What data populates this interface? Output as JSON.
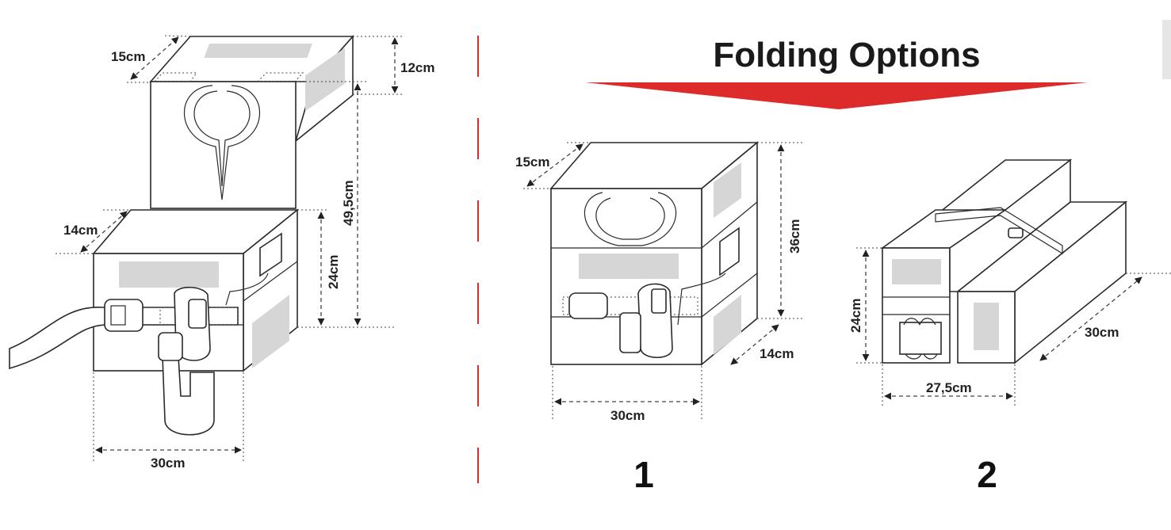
{
  "title": "Folding Options",
  "colors": {
    "accent_red": "#dd2a2a",
    "stroke": "#2a2a2a",
    "panel_grey": "#d6d6d6"
  },
  "left_figure": {
    "dims": {
      "top_depth": "15cm",
      "top_height": "12cm",
      "total_height": "49,5cm",
      "side_depth": "14cm",
      "box_height": "24cm",
      "width": "30cm"
    }
  },
  "option_1": {
    "number": "1",
    "dims": {
      "depth": "15cm",
      "height": "36cm",
      "side_depth": "14cm",
      "width": "30cm"
    }
  },
  "option_2": {
    "number": "2",
    "dims": {
      "height": "24cm",
      "length": "30cm",
      "width": "27,5cm"
    }
  }
}
